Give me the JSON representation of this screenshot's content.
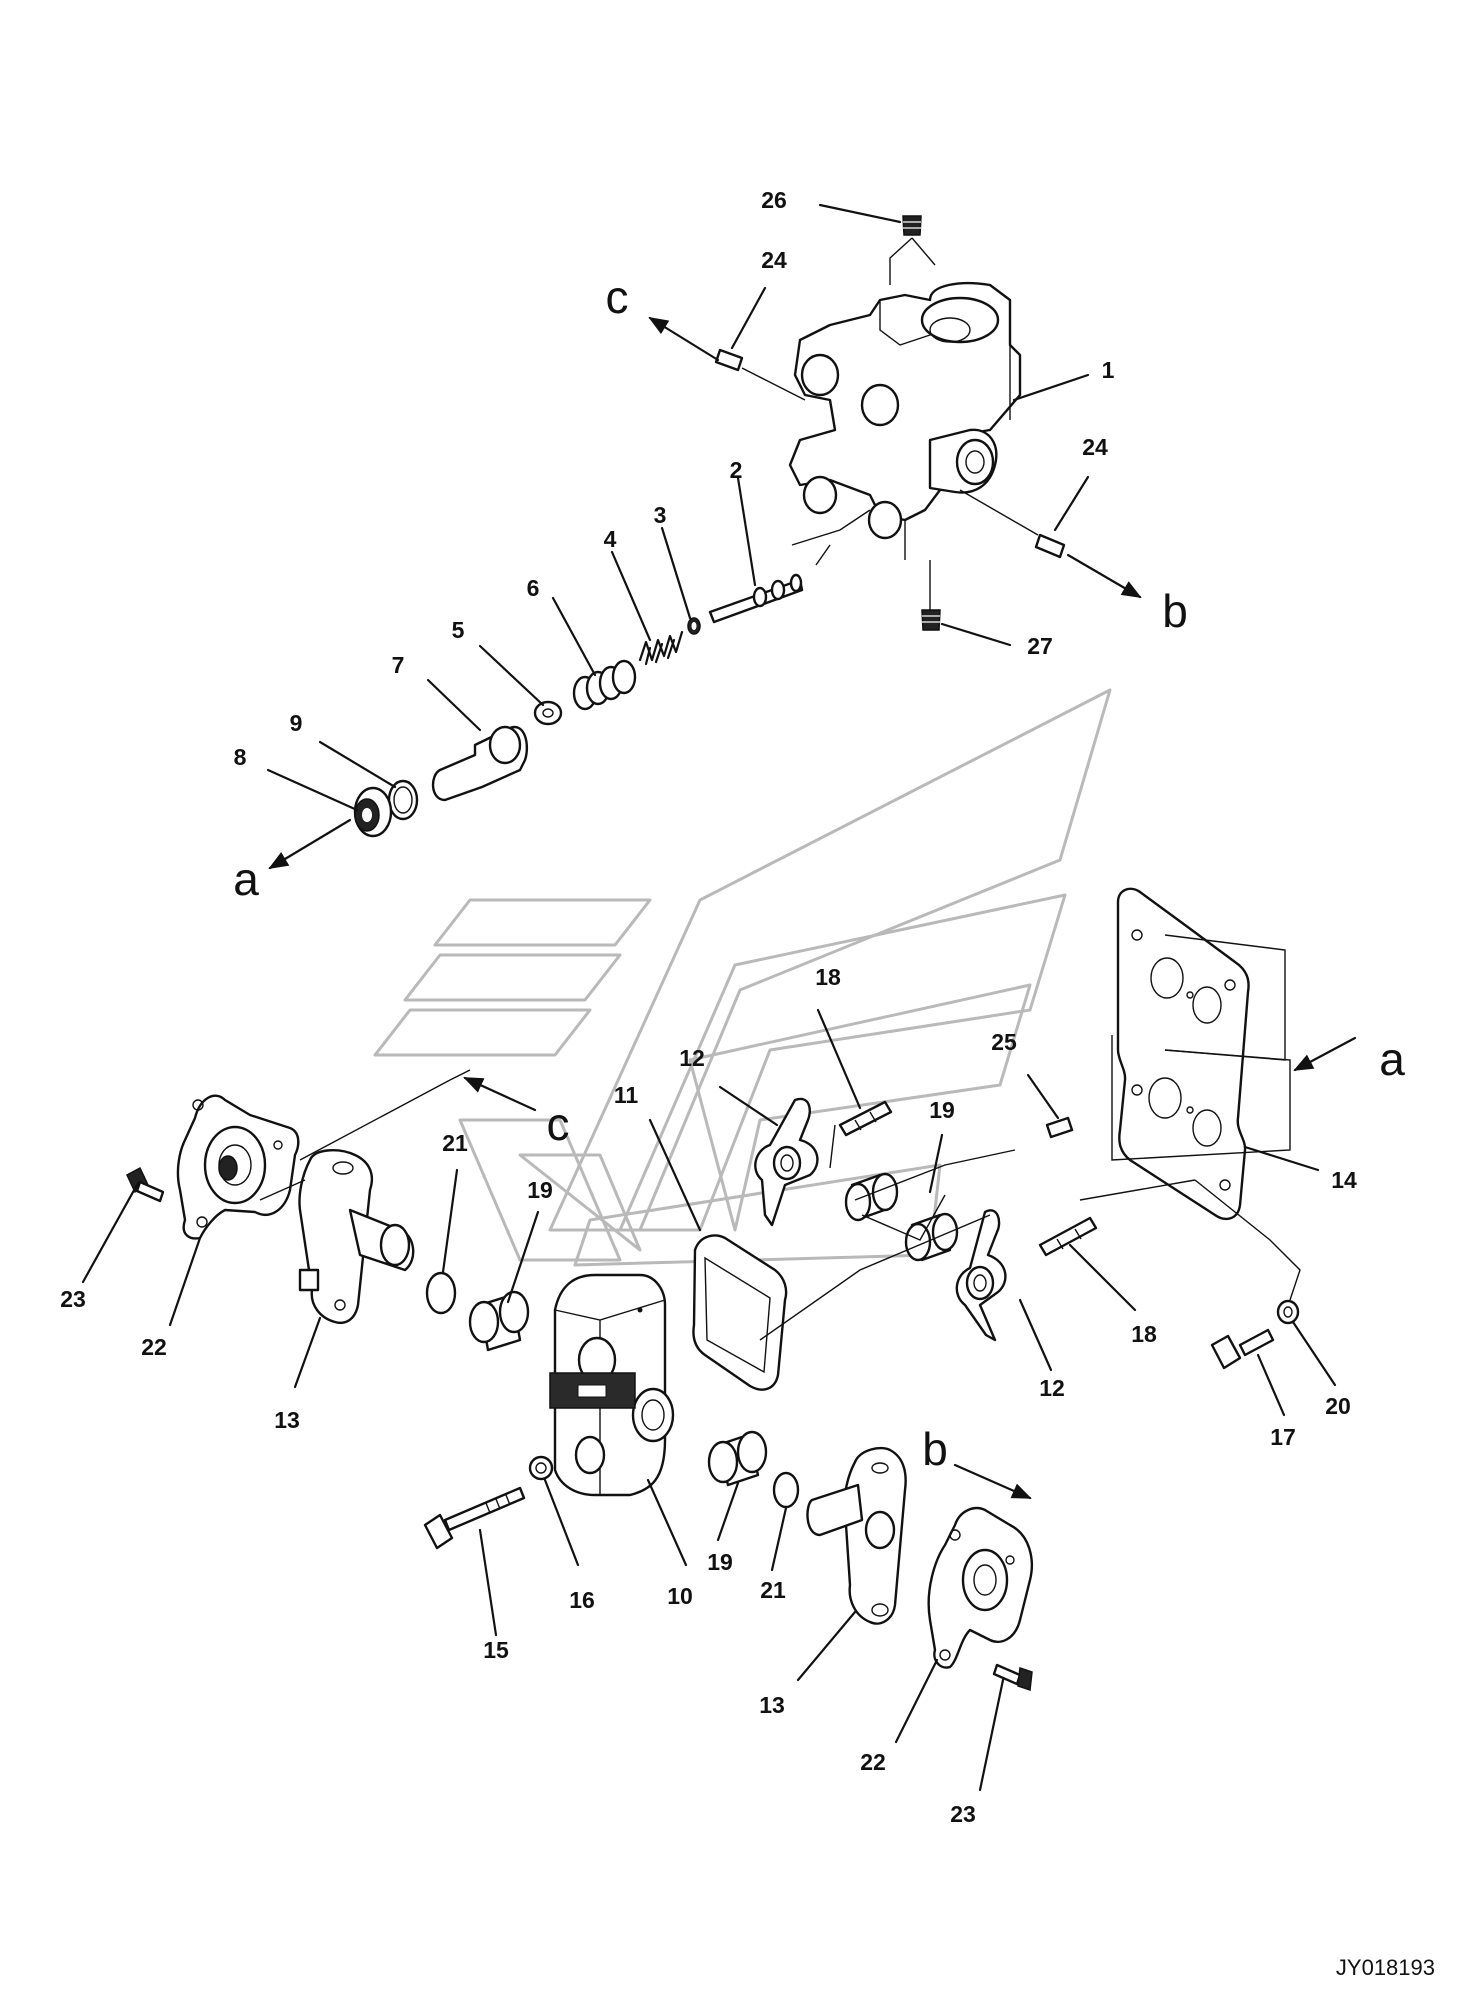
{
  "diagram": {
    "drawing_code": "JY018193",
    "callouts": [
      {
        "id": "c26",
        "label": "26"
      },
      {
        "id": "c24a",
        "label": "24"
      },
      {
        "id": "c1",
        "label": "1"
      },
      {
        "id": "c24b",
        "label": "24"
      },
      {
        "id": "c2",
        "label": "2"
      },
      {
        "id": "c3",
        "label": "3"
      },
      {
        "id": "c4",
        "label": "4"
      },
      {
        "id": "c6",
        "label": "6"
      },
      {
        "id": "c5",
        "label": "5"
      },
      {
        "id": "c7",
        "label": "7"
      },
      {
        "id": "c9",
        "label": "9"
      },
      {
        "id": "c8",
        "label": "8"
      },
      {
        "id": "c27",
        "label": "27"
      },
      {
        "id": "c18a",
        "label": "18"
      },
      {
        "id": "c12a",
        "label": "12"
      },
      {
        "id": "c11",
        "label": "11"
      },
      {
        "id": "c25",
        "label": "25"
      },
      {
        "id": "c19a",
        "label": "19"
      },
      {
        "id": "c21a",
        "label": "21"
      },
      {
        "id": "c19b",
        "label": "19"
      },
      {
        "id": "c23a",
        "label": "23"
      },
      {
        "id": "c22a",
        "label": "22"
      },
      {
        "id": "c13a",
        "label": "13"
      },
      {
        "id": "c14",
        "label": "14"
      },
      {
        "id": "c18b",
        "label": "18"
      },
      {
        "id": "c12b",
        "label": "12"
      },
      {
        "id": "c20",
        "label": "20"
      },
      {
        "id": "c17",
        "label": "17"
      },
      {
        "id": "c16",
        "label": "16"
      },
      {
        "id": "c10",
        "label": "10"
      },
      {
        "id": "c19c",
        "label": "19"
      },
      {
        "id": "c21b",
        "label": "21"
      },
      {
        "id": "c15",
        "label": "15"
      },
      {
        "id": "c13b",
        "label": "13"
      },
      {
        "id": "c22b",
        "label": "22"
      },
      {
        "id": "c23b",
        "label": "23"
      }
    ],
    "reference_letters": [
      {
        "id": "r-c-top",
        "label": "c"
      },
      {
        "id": "r-b-right",
        "label": "b"
      },
      {
        "id": "r-a-left",
        "label": "a"
      },
      {
        "id": "r-a-right",
        "label": "a"
      },
      {
        "id": "r-c-mid",
        "label": "c"
      },
      {
        "id": "r-b-bottom",
        "label": "b"
      }
    ]
  }
}
